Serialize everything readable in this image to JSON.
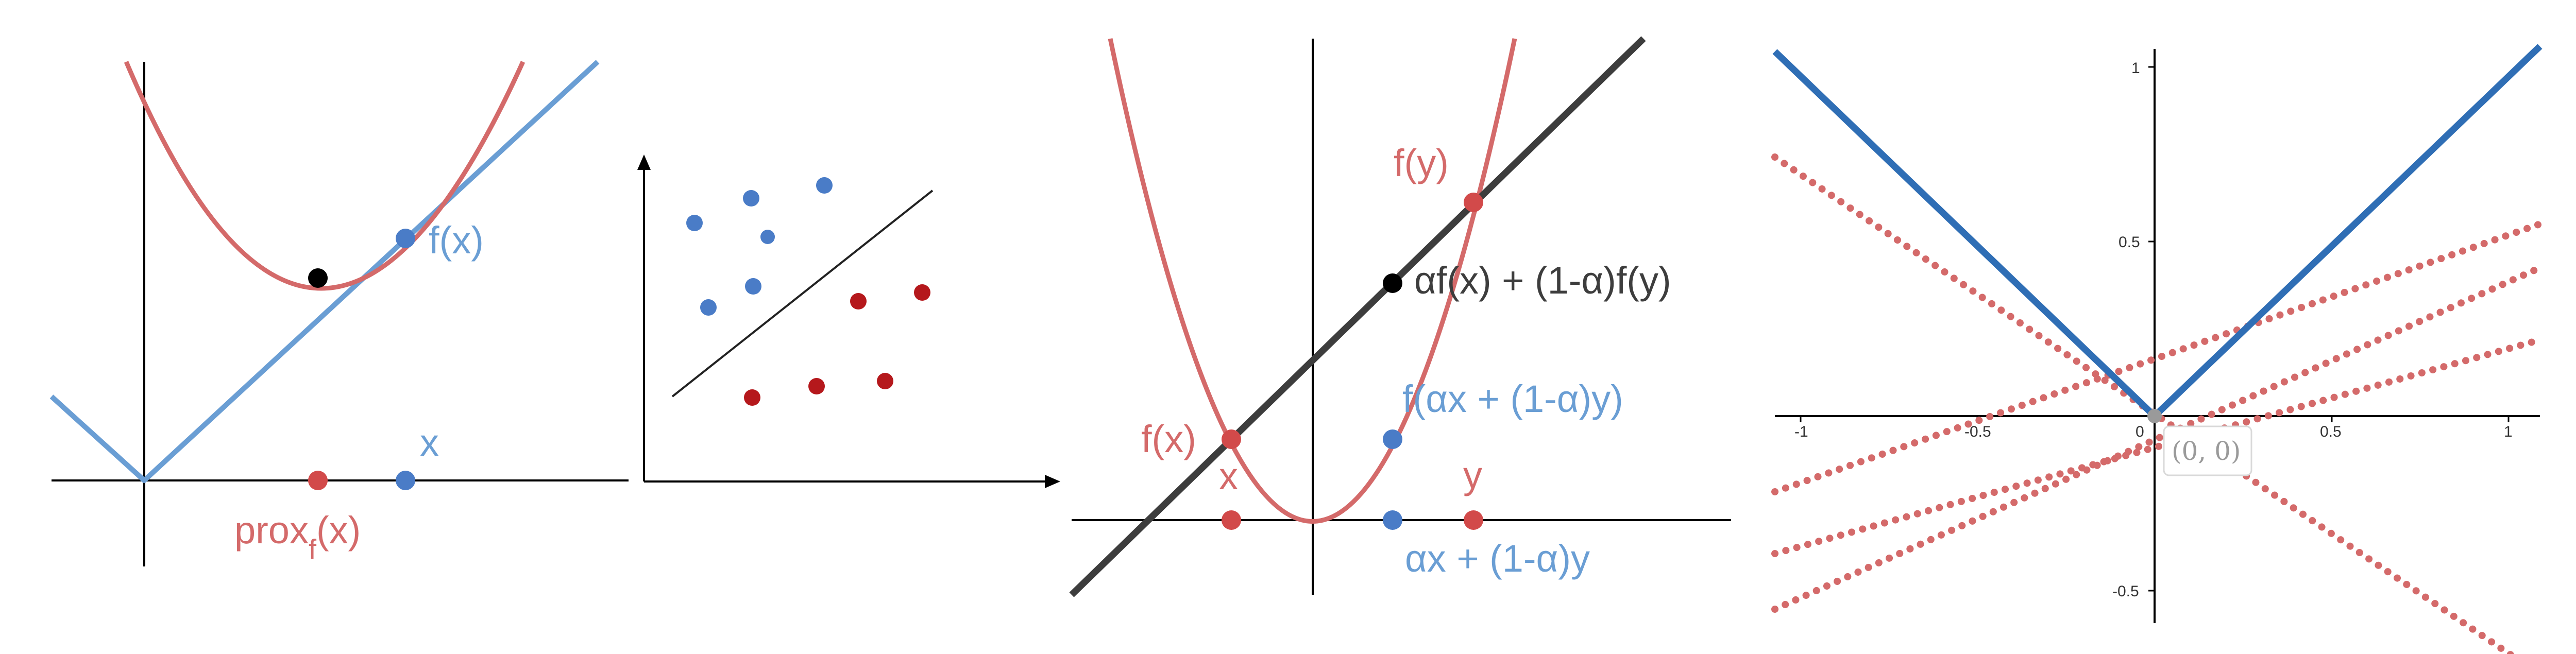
{
  "colors": {
    "red": "#d46a6a",
    "blue": "#6a9ed4",
    "deep_blue": "#2f6eb5",
    "dark": "#3d3d3d",
    "black": "#000000",
    "dot_red": "#b5181c",
    "dot_blue": "#4a7cc7"
  },
  "panel1": {
    "fx_label": "f(x)",
    "x_label": "x",
    "prox_main": "prox",
    "prox_sub": "f",
    "prox_arg": "(x)"
  },
  "panel3": {
    "fy_label": "f(y)",
    "mix_label": "αf(x) + (1-α)f(y)",
    "fmix_label": "f(αx + (1-α)y)",
    "fx_label": "f(x)",
    "x_label": "x",
    "y_label": "y",
    "mix_x_label": "αx + (1-α)y"
  },
  "panel4": {
    "x_ticks": [
      "-1",
      "-0.5",
      "0",
      "0.5",
      "1"
    ],
    "y_ticks": [
      "1",
      "0.5",
      "-0.5"
    ],
    "origin_label": "(0, 0)"
  }
}
